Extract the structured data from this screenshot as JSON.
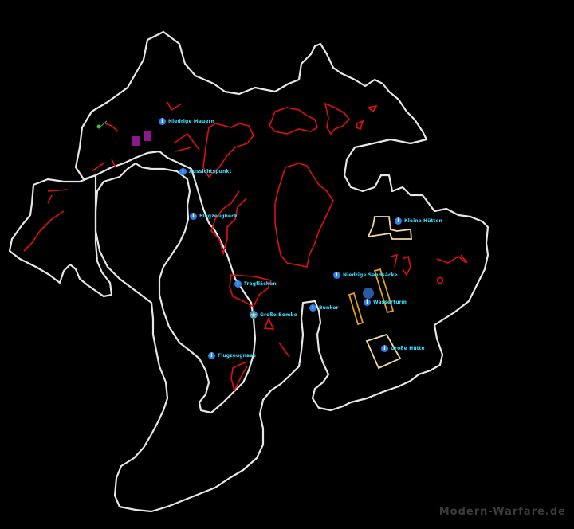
{
  "map": {
    "outline_color": "#e6e6e6",
    "wall_color": "#e01010",
    "building_color": "#f0d8a0",
    "water_tower_color": "#e0a020",
    "marker_colors": {
      "info": "#2f7fe6",
      "label": "#38e0ff",
      "star": "#9fe07a",
      "purple": "#8a1a8a",
      "green_dot": "#40c040",
      "blue_circle": "#2a5aa0"
    }
  },
  "poi_icon_glyph": "i",
  "pois": [
    {
      "id": "niedrige-mauern",
      "label": "Niedrige Mauern",
      "icon": "info-icon"
    },
    {
      "id": "aussichtspunkt",
      "label": "Aussichtspunkt",
      "icon": "info-icon"
    },
    {
      "id": "flugzeugheck",
      "label": "Flugzeugheck",
      "icon": "info-icon"
    },
    {
      "id": "kleine-hutten",
      "label": "Kleine Hütten",
      "icon": "info-icon"
    },
    {
      "id": "niedrige-sandsacke",
      "label": "Niedrige Sandsäcke",
      "icon": "info-icon"
    },
    {
      "id": "tragflachen",
      "label": "Tragflächen",
      "icon": "info-icon"
    },
    {
      "id": "wasserturm",
      "label": "Wasserturm",
      "icon": "info-icon"
    },
    {
      "id": "bunker",
      "label": "Bunker",
      "icon": "info-icon"
    },
    {
      "id": "grosse-bombe",
      "label": "Große Bombe",
      "icon": "star-icon"
    },
    {
      "id": "grosse-hutte",
      "label": "Große Hütte",
      "icon": "info-icon"
    },
    {
      "id": "flugzeugnase",
      "label": "Flugzeugnase",
      "icon": "info-icon"
    }
  ],
  "watermark": "Modern-Warfare.de"
}
